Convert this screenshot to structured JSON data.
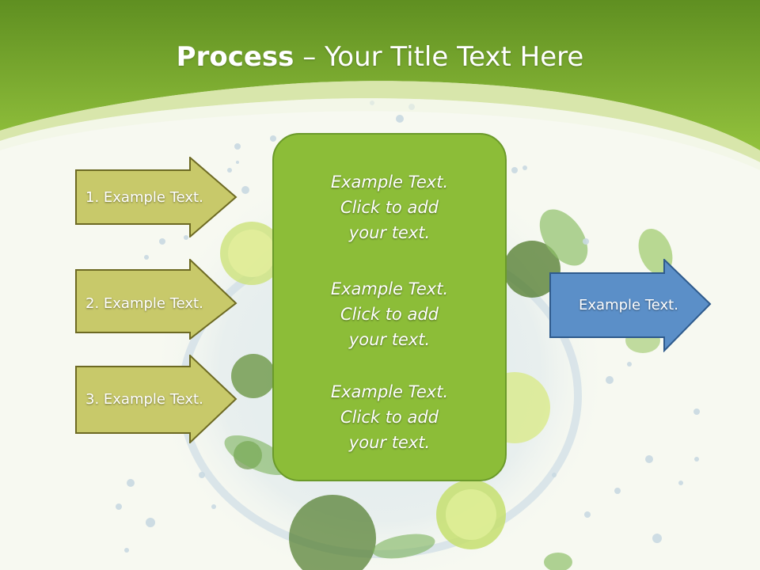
{
  "title": {
    "bold": "Process",
    "separator": " – ",
    "rest": "Your Title Text Here"
  },
  "left_arrows": [
    {
      "label": "1. Example Text."
    },
    {
      "label": "2. Example Text."
    },
    {
      "label": "3. Example Text."
    }
  ],
  "center_box": {
    "paragraphs": [
      {
        "line1": "Example Text.",
        "line2": "Click  to add",
        "line3": "your text."
      },
      {
        "line1": "Example Text.",
        "line2": "Click  to add",
        "line3": "your text."
      },
      {
        "line1": "Example Text.",
        "line2": "Click  to add",
        "line3": "your text."
      }
    ]
  },
  "output_arrow": {
    "label": "Example Text."
  },
  "colors": {
    "header_green": "#8cbd38",
    "left_arrow_fill": "#c8c96a",
    "left_arrow_border": "#6d6a23",
    "center_fill": "#8cbd38",
    "output_fill": "#5b8fc8",
    "output_border": "#2e5a8c"
  }
}
